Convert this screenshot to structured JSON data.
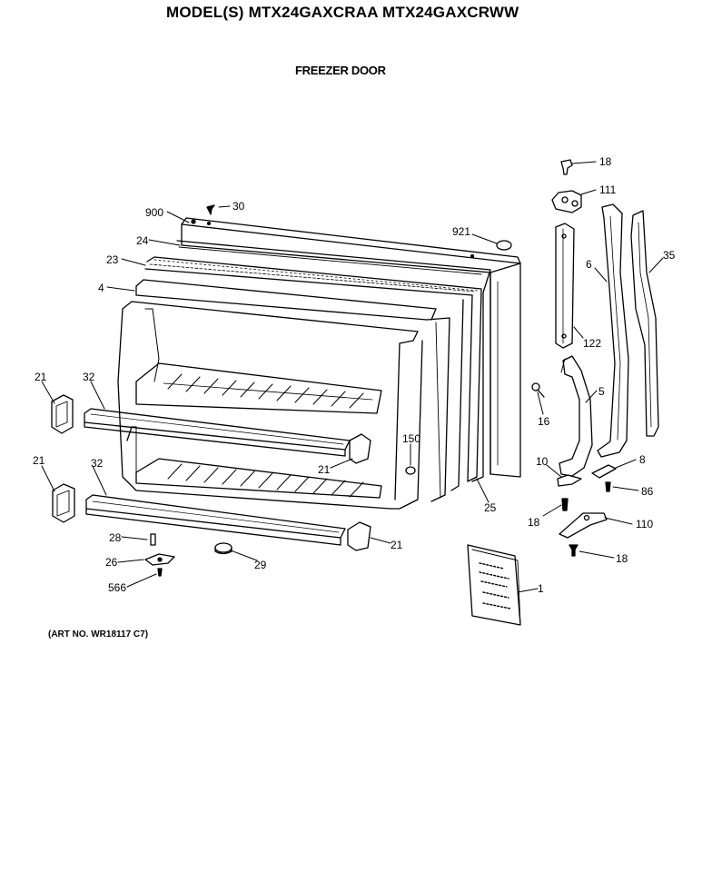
{
  "header": {
    "model_line": "MODEL(S) MTX24GAXCRAA  MTX24GAXCRWW",
    "section_title": "FREEZER DOOR"
  },
  "footer": {
    "art_note": "(ART NO. WR18117 C7)"
  },
  "callouts": {
    "p18_top": "18",
    "p111": "111",
    "p30": "30",
    "p900": "900",
    "p921": "921",
    "p24": "24",
    "p23": "23",
    "p35": "35",
    "p6": "6",
    "p4": "4",
    "p122": "122",
    "p21_upper_left": "21",
    "p32_upper": "32",
    "p16": "16",
    "p5": "5",
    "p150": "150",
    "p21_mid": "21",
    "p21_lower_left": "21",
    "p32_lower": "32",
    "p8": "8",
    "p10": "10",
    "p86": "86",
    "p25": "25",
    "p18_mid": "18",
    "p110": "110",
    "p28": "28",
    "p21_lower": "21",
    "p18_bottom": "18",
    "p26": "26",
    "p29": "29",
    "p566": "566",
    "p1": "1"
  }
}
